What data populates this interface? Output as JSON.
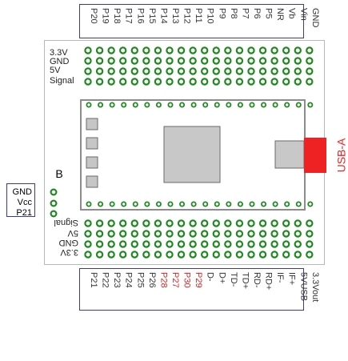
{
  "top_header_pins": [
    "P20",
    "P19",
    "P18",
    "P17",
    "P16",
    "P15",
    "P14",
    "P13",
    "P12",
    "P11",
    "P10",
    "P9",
    "P8",
    "P7",
    "P6",
    "P5",
    "NR",
    "Vb",
    "Vin",
    "GND"
  ],
  "bottom_header_pins": [
    {
      "label": "P21",
      "highlight": false
    },
    {
      "label": "P22",
      "highlight": false
    },
    {
      "label": "P23",
      "highlight": false
    },
    {
      "label": "P24",
      "highlight": false
    },
    {
      "label": "P25",
      "highlight": false
    },
    {
      "label": "P26",
      "highlight": false
    },
    {
      "label": "P28",
      "highlight": true
    },
    {
      "label": "P27",
      "highlight": true
    },
    {
      "label": "P30",
      "highlight": true
    },
    {
      "label": "P29",
      "highlight": true
    },
    {
      "label": "D-",
      "highlight": false
    },
    {
      "label": "D+",
      "highlight": false
    },
    {
      "label": "TD-",
      "highlight": false
    },
    {
      "label": "TD+",
      "highlight": false
    },
    {
      "label": "RD-",
      "highlight": false
    },
    {
      "label": "RD+",
      "highlight": false
    },
    {
      "label": "IF-",
      "highlight": false
    },
    {
      "label": "IF+",
      "highlight": false
    },
    {
      "label": "5VUSB",
      "highlight": false
    },
    {
      "label": "3.3Vout",
      "highlight": false
    }
  ],
  "top_rails": [
    "3.3V",
    "GND",
    "5V",
    "Signal"
  ],
  "bottom_rails": [
    "Signal",
    "5V",
    "GND",
    "3.3V"
  ],
  "connector_b": {
    "title": "B",
    "pins": [
      "GND",
      "Vcc",
      "P21"
    ]
  },
  "usb": {
    "label": "USB-A"
  },
  "colors": {
    "pad": "#1e8a1e",
    "border": "#3838a8",
    "usb": "#ee2222",
    "highlight": "#e02020"
  }
}
